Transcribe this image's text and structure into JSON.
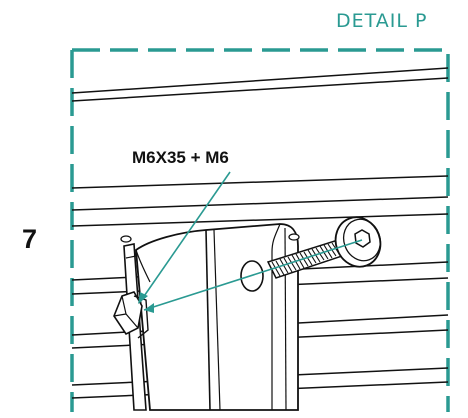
{
  "detail_title": "DETAIL P",
  "callout_label": "M6X35 + M6",
  "step_number": "7",
  "icons": {
    "bolt": "hex-socket-bolt-icon",
    "nut": "hex-nut-icon"
  },
  "colors": {
    "accent": "#2a9a92",
    "line": "#111111",
    "background": "#ffffff"
  }
}
